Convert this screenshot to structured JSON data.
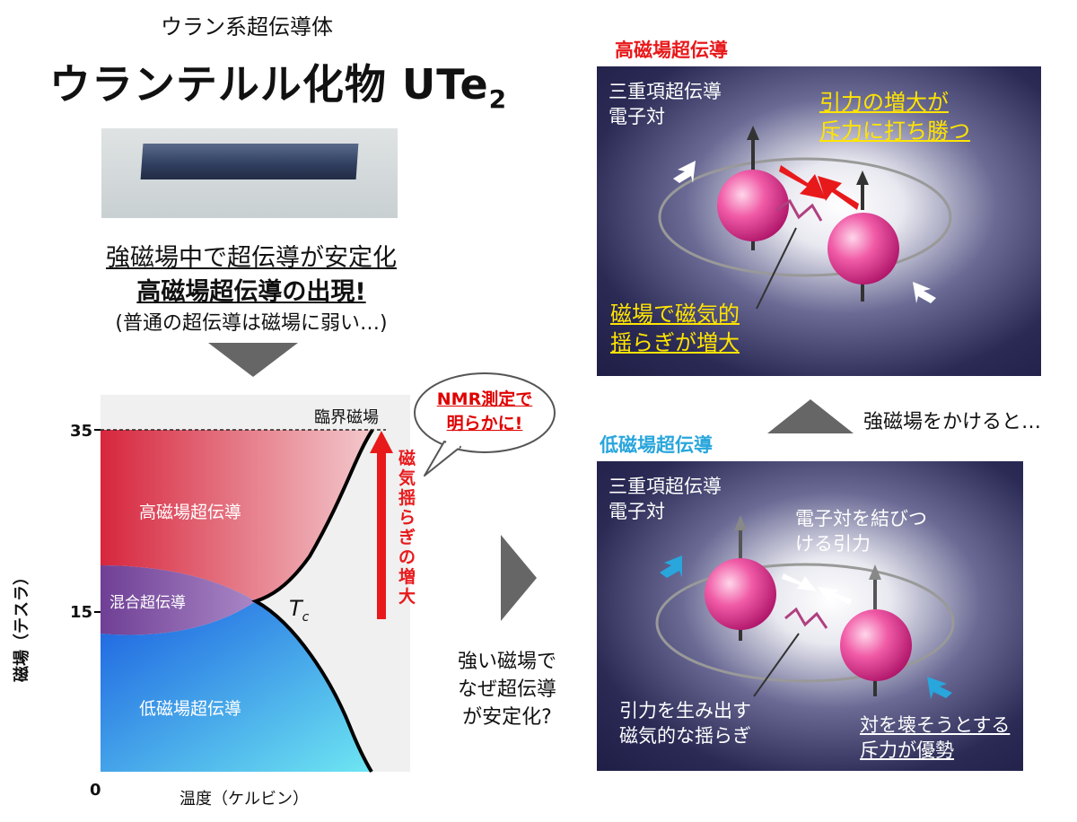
{
  "header": {
    "subtitle": "ウラン系超伝導体",
    "title_main": "ウランテルル化物 UTe",
    "title_sub": "2"
  },
  "intro": {
    "line1": "強磁場中で超伝導が安定化",
    "line2": "高磁場超伝導の出現!",
    "line3": "(普通の超伝導は磁場に弱い…)"
  },
  "phase_diagram": {
    "critical_field_label": "臨界磁場",
    "high_field_label": "高磁場超伝導",
    "mixed_label": "混合超伝導",
    "low_field_label": "低磁場超伝導",
    "tc_label": "T",
    "tc_sub": "c",
    "fluctuation_label": "磁気揺らぎの増大",
    "y_axis_label": "磁場（テスラ）",
    "x_axis_label": "温度（ケルビン）",
    "y_ticks": [
      "35",
      "15"
    ],
    "origin": "0"
  },
  "bubble": {
    "line1": "NMR測定で",
    "line2": "明らかに!"
  },
  "question": {
    "line1": "強い磁場で",
    "line2": "なぜ超伝導",
    "line3": "が安定化?"
  },
  "high_panel": {
    "heading": "高磁場超伝導",
    "pair_label_1": "三重項超伝導",
    "pair_label_2": "電子対",
    "attraction_1": "引力の増大が",
    "attraction_2": "斥力に打ち勝つ",
    "fluct_1": "磁場で磁気的",
    "fluct_2": "揺らぎが増大"
  },
  "transition": {
    "label": "強磁場をかけると…"
  },
  "low_panel": {
    "heading": "低磁場超伝導",
    "pair_label_1": "三重項超伝導",
    "pair_label_2": "電子対",
    "bind_1": "電子対を結びつ",
    "bind_2": "ける引力",
    "fluct_1": "引力を生み出す",
    "fluct_2": "磁気的な揺らぎ",
    "repulse_1": "対を壊そうとする",
    "repulse_2": "斥力が優勢"
  },
  "colors": {
    "high_region": "#d7263d",
    "low_region": "#1f6fe0",
    "mixed_region": "#7a4a9a",
    "accent_red": "#e8191b",
    "accent_blue": "#29a6dc",
    "highlight_yellow": "#ffe400"
  }
}
